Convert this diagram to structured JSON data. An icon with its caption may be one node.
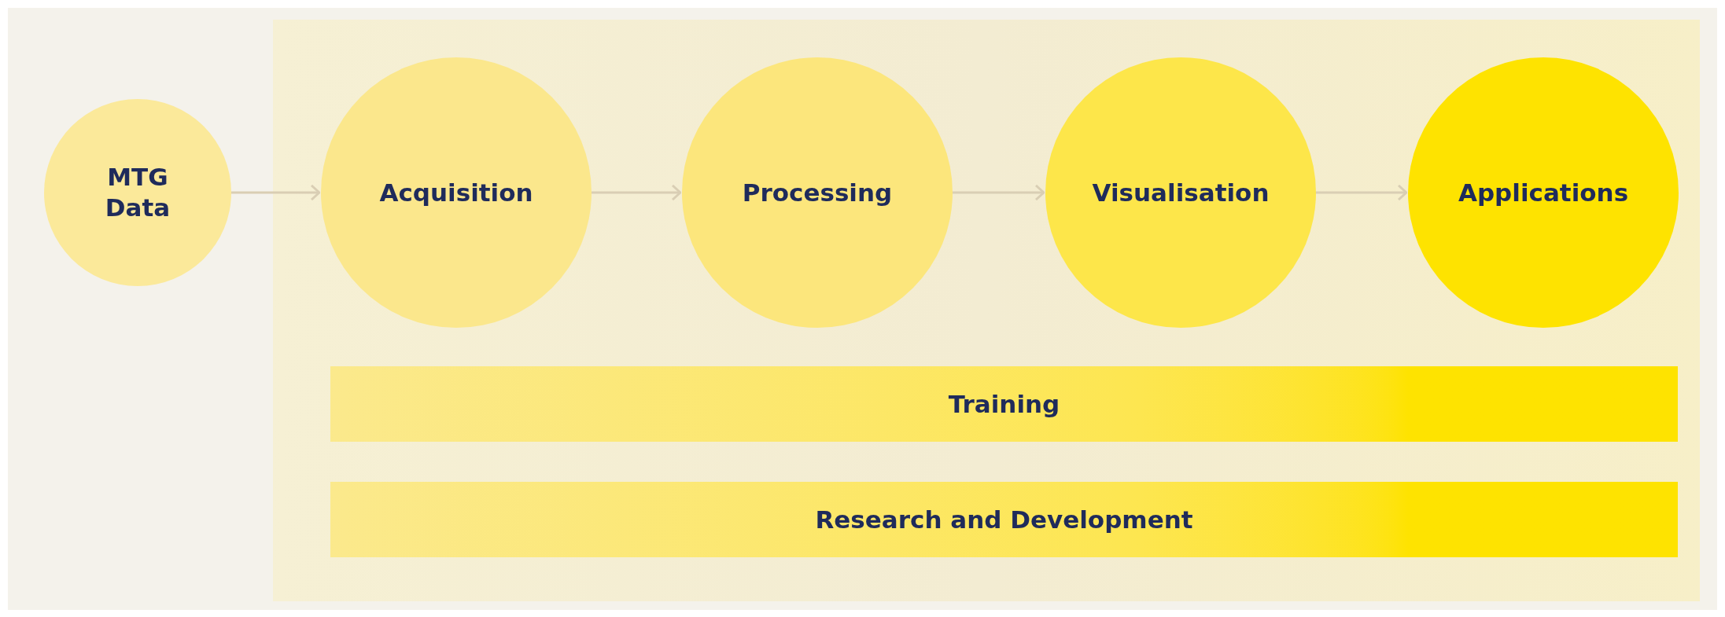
{
  "diagram": {
    "nodes": [
      {
        "text": [
          "MTG Data"
        ]
      },
      {
        "text": [],
        "shape": "box"
      },
      {
        "text": [
          "Acquisition"
        ],
        "in": 1
      },
      {
        "text": [
          "Processing"
        ],
        "in": 1
      },
      {
        "text": [
          "Visualisation"
        ],
        "in": 1
      },
      {
        "text": [
          "Applications"
        ],
        "in": 1
      },
      {
        "text": [
          "Training"
        ],
        "in": 1
      },
      {
        "text": [
          "Research and Development"
        ],
        "in": 1
      }
    ],
    "edges": [
      {
        "from": 0,
        "to": 2,
        "arrow": "to"
      },
      {
        "from": 2,
        "to": 3,
        "arrow": "to"
      },
      {
        "from": 3,
        "to": 4,
        "arrow": "to"
      },
      {
        "from": 4,
        "to": 5,
        "arrow": "to"
      }
    ]
  }
}
